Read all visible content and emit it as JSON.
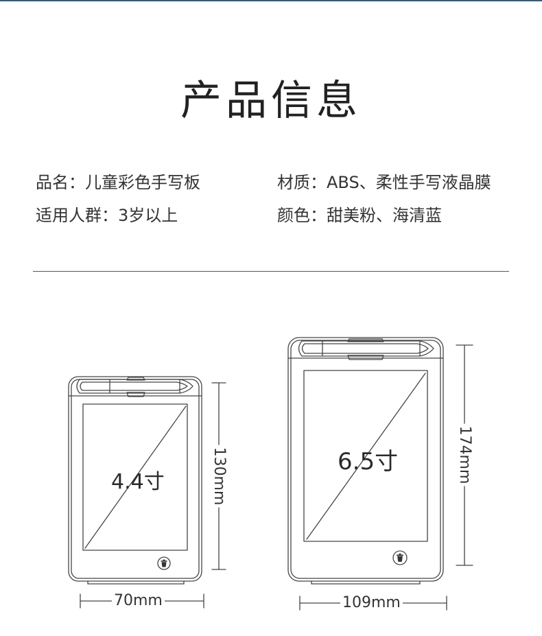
{
  "colors": {
    "accent": "#2b5f86",
    "line": "#444444",
    "text": "#333333"
  },
  "title": "产品信息",
  "info": {
    "name_label": "品名：",
    "name_value": "儿童彩色手写板",
    "material_label": "材质：",
    "material_value": "ABS、柔性手写液晶膜",
    "age_label": "适用人群：",
    "age_value": "3岁以上",
    "color_label": "颜色：",
    "color_value": "甜美粉、海清蓝"
  },
  "products": [
    {
      "size_label": "4.4寸",
      "width_label": "70mm",
      "height_label": "130mm",
      "button_icon": "trash-icon"
    },
    {
      "size_label": "6.5寸",
      "width_label": "109mm",
      "height_label": "174mm",
      "button_icon": "trash-icon"
    }
  ]
}
